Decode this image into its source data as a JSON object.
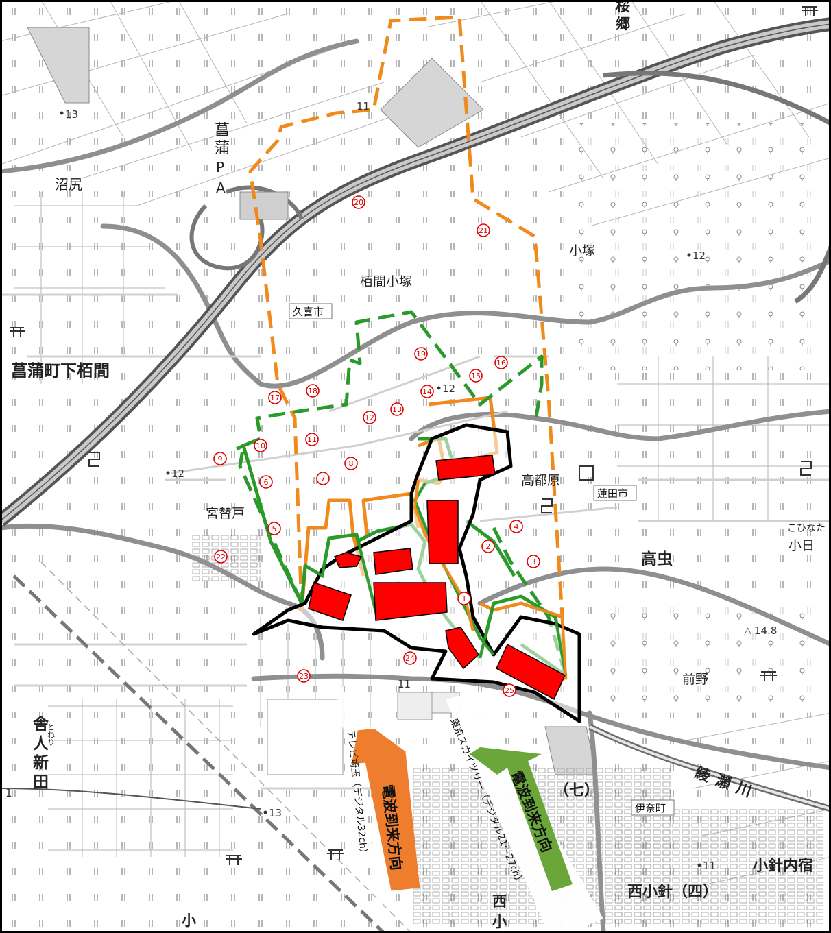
{
  "map": {
    "colors": {
      "orange_boundary": "#f08a1c",
      "green_boundary": "#2a9a2a",
      "black_outline": "#000000",
      "building_red": "#ff0000",
      "arrow_orange": "#ef7d2e",
      "arrow_green": "#6aa63a",
      "marker_red": "#e00000"
    },
    "place_labels": {
      "shobu_pa_1": "菖",
      "shobu_pa_2": "蒲",
      "shobu_pa_3": "P",
      "shobu_pa_4": "A",
      "numata": "沼尻",
      "shobu_shimo": "菖蒲町下栢間",
      "kayama_kozuka": "栢間小塚",
      "kozuka": "小塚",
      "miyakaedo": "宮替戸",
      "takatoharu": "高都原",
      "takamushi": "高虫",
      "kohinata_1": "こひなた",
      "kohinata_2": "小日",
      "maeno": "前野",
      "toneri_1": "舎",
      "toneri_2": "人",
      "toneri_3": "新",
      "toneri_4": "田",
      "toneri_ruby": "とねり",
      "sanmai": "（七）",
      "nishi_kohari": "西小針（四）",
      "kohari_uchijuku": "小針内宿",
      "nishi_ko_1": "西",
      "nishi_ko_2": "小",
      "ko_bottom": "小",
      "top_1": "桜",
      "top_2": "郷",
      "ayase_1": "綾",
      "ayase_2": "瀬",
      "ayase_3": "川"
    },
    "boxed_labels": {
      "kuki": "久喜市",
      "hasuda": "蓮田市",
      "inamachi": "伊奈町"
    },
    "elevations": [
      "13",
      "12",
      "12",
      "12",
      "11",
      "11",
      "13",
      "11",
      "14.8",
      "1"
    ],
    "markers": [
      "1",
      "2",
      "3",
      "4",
      "5",
      "6",
      "7",
      "8",
      "9",
      "10",
      "11",
      "12",
      "13",
      "14",
      "15",
      "16",
      "17",
      "18",
      "19",
      "20",
      "21",
      "22",
      "23",
      "24",
      "25"
    ],
    "arrows": {
      "saitama_title": "電波到来方向",
      "saitama_sub": "テレビ埼玉（デジタル32ch）",
      "skytree_title": "電波到来方向",
      "skytree_sub": "東京スカイツリー（デジタル21～27ch）"
    }
  }
}
